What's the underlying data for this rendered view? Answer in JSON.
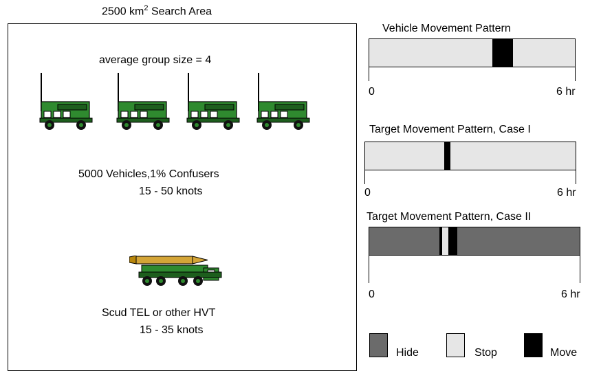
{
  "search_area": {
    "title_prefix": "2500 km",
    "title_sup": "2",
    "title_suffix": " Search Area",
    "group_label": "average group size = 4",
    "vehicles_line1": "5000 Vehicles,1%  Confusers",
    "vehicles_line2": "15 - 50 knots",
    "target_line1": "Scud TEL or other HVT",
    "target_line2": "15 - 35 knots",
    "vehicle_icon": "military-truck-icon",
    "target_icon": "missile-launcher-icon"
  },
  "patterns": [
    {
      "title": "Vehicle Movement Pattern",
      "start_label": "0",
      "end_label": "6 hr",
      "duration_hr": 6,
      "segments": [
        {
          "state": "stop",
          "from": 0,
          "to": 3.6
        },
        {
          "state": "move",
          "from": 3.6,
          "to": 4.2
        },
        {
          "state": "stop",
          "from": 4.2,
          "to": 6
        }
      ]
    },
    {
      "title": "Target Movement Pattern, Case I",
      "start_label": "0",
      "end_label": "6 hr",
      "duration_hr": 6,
      "segments": [
        {
          "state": "stop",
          "from": 0,
          "to": 2.25
        },
        {
          "state": "move",
          "from": 2.25,
          "to": 2.43
        },
        {
          "state": "stop",
          "from": 2.43,
          "to": 6
        }
      ]
    },
    {
      "title": "Target Movement Pattern, Case II",
      "start_label": "0",
      "end_label": "6 hr",
      "duration_hr": 6,
      "segments": [
        {
          "state": "hide",
          "from": 0,
          "to": 2.0
        },
        {
          "state": "move",
          "from": 2.0,
          "to": 2.07
        },
        {
          "state": "stop",
          "from": 2.07,
          "to": 2.25
        },
        {
          "state": "move",
          "from": 2.25,
          "to": 2.5
        },
        {
          "state": "hide",
          "from": 2.5,
          "to": 6
        }
      ]
    }
  ],
  "legend": [
    {
      "state": "hide",
      "label": "Hide",
      "color": "#6b6b6b"
    },
    {
      "state": "stop",
      "label": "Stop",
      "color": "#e6e6e6"
    },
    {
      "state": "move",
      "label": "Move",
      "color": "#000000"
    }
  ]
}
